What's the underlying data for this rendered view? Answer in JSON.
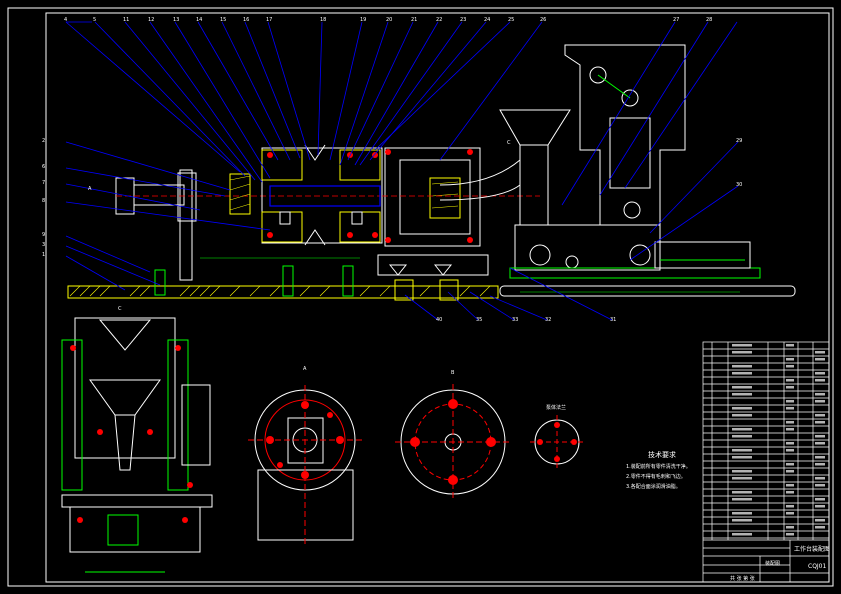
{
  "drawing": {
    "leaders_top": [
      "4",
      "5",
      "11",
      "12",
      "13",
      "14",
      "15",
      "16",
      "17",
      "18",
      "19",
      "20",
      "21",
      "22",
      "23",
      "24",
      "25",
      "26",
      "27",
      "28"
    ],
    "leaders_left": [
      "2",
      "6",
      "7",
      "8",
      "9",
      "3",
      "1"
    ],
    "leaders_bottom": [
      "40",
      "35",
      "33",
      "32",
      "31"
    ],
    "leaders_right": [
      "29",
      "30"
    ],
    "view_labels": {
      "top_left_view": "C",
      "flange_a": "A",
      "flange_b": "B",
      "detail": "A",
      "motor_label": "C"
    },
    "detail_title": "泵体法兰",
    "notes_title": "技术要求",
    "notes": [
      "1.装配前所有零件清洗干净。",
      "2.零件不得有毛刺和飞边。",
      "3.各配合面涂润滑油脂。"
    ]
  },
  "title_block": {
    "drawing_name": "工作台装配图",
    "drawing_no": "CQJ01",
    "scale_note": "共 张 第 张",
    "company": "装配图"
  },
  "colors": {
    "outline": "#ffffff",
    "border": "#ffffff",
    "blue": "#0000ff",
    "red": "#ff0000",
    "green": "#00ff00",
    "magenta": "#ff00ff",
    "yellow": "#ffff00",
    "cyan": "#00ffff"
  }
}
